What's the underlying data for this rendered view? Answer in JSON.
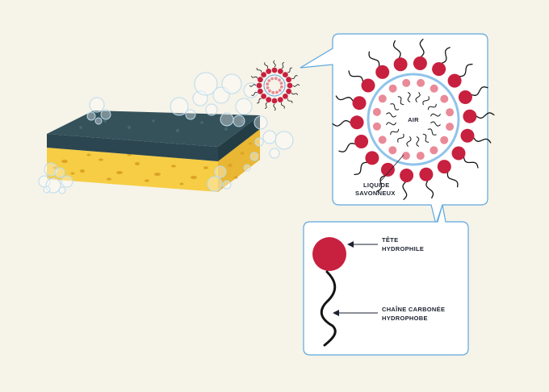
{
  "labels": {
    "air": "AIR",
    "liquid_line1": "LIQUIDE",
    "liquid_line2": "SAVONNEUX",
    "head_line1": "TÊTE",
    "head_line2": "HYDROPHILE",
    "tail_line1": "CHAÎNE CARBONÉE",
    "tail_line2": "HYDROPHOBE"
  },
  "colors": {
    "background": "#f6f3e8",
    "panel_border": "#5ea8de",
    "molecule_head": "#c8203f",
    "inner_head": "#e98a98",
    "tail": "#141414",
    "sponge_yellow": "#f6cd45",
    "sponge_scrub": "#33505a",
    "bubble": "#cfe6f2"
  }
}
